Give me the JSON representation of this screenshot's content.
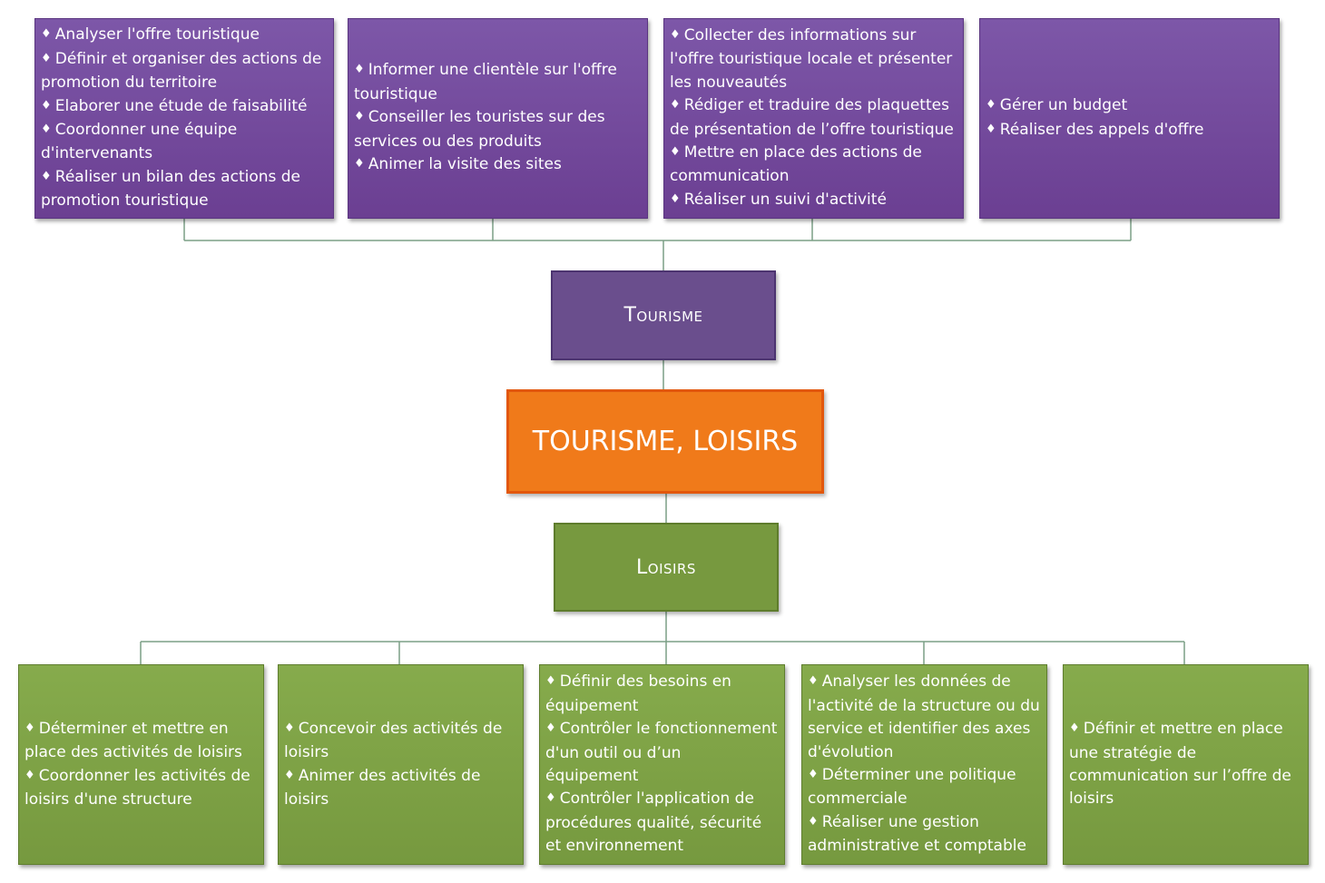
{
  "center": {
    "label": "TOURISME, LOISIRS"
  },
  "tourisme": {
    "label": "Tourisme",
    "cards": [
      [
        "Analyser l'offre touristique",
        "Définir et organiser des actions de promotion du territoire",
        "Elaborer une étude de faisabilité",
        "Coordonner une équipe d'intervenants",
        "Réaliser un bilan des actions de promotion touristique"
      ],
      [
        "Informer une clientèle sur l'offre touristique",
        "Conseiller les touristes sur des services ou des produits",
        "Animer la visite des sites"
      ],
      [
        "Collecter des informations sur l'offre touristique locale et présenter les nouveautés",
        "Rédiger et traduire des plaquettes de présentation de l’offre touristique",
        "Mettre en place des actions de communication",
        "Réaliser un suivi d'activité"
      ],
      [
        "Gérer un budget",
        "Réaliser des appels d'offre"
      ]
    ]
  },
  "loisirs": {
    "label": "Loisirs",
    "cards": [
      [
        "Déterminer et mettre en place des activités de loisirs",
        "Coordonner les activités de loisirs d'une structure"
      ],
      [
        "Concevoir des activités de loisirs",
        "Animer des activités de loisirs"
      ],
      [
        "Définir des besoins en équipement",
        "Contrôler le fonctionnement d'un outil ou d’un équipement",
        "Contrôler l'application de procédures qualité, sécurité et environnement"
      ],
      [
        "Analyser les données de l'activité de la structure ou du service et identifier des axes d'évolution",
        "Déterminer une politique commerciale",
        "Réaliser une gestion administrative et comptable"
      ],
      [
        "Définir et mettre en place une stratégie de communication sur l’offre de loisirs"
      ]
    ]
  },
  "colors": {
    "purple": "#7256a0",
    "green": "#7fa046",
    "orange": "#f07a1a",
    "connector": "#7b9f86"
  }
}
